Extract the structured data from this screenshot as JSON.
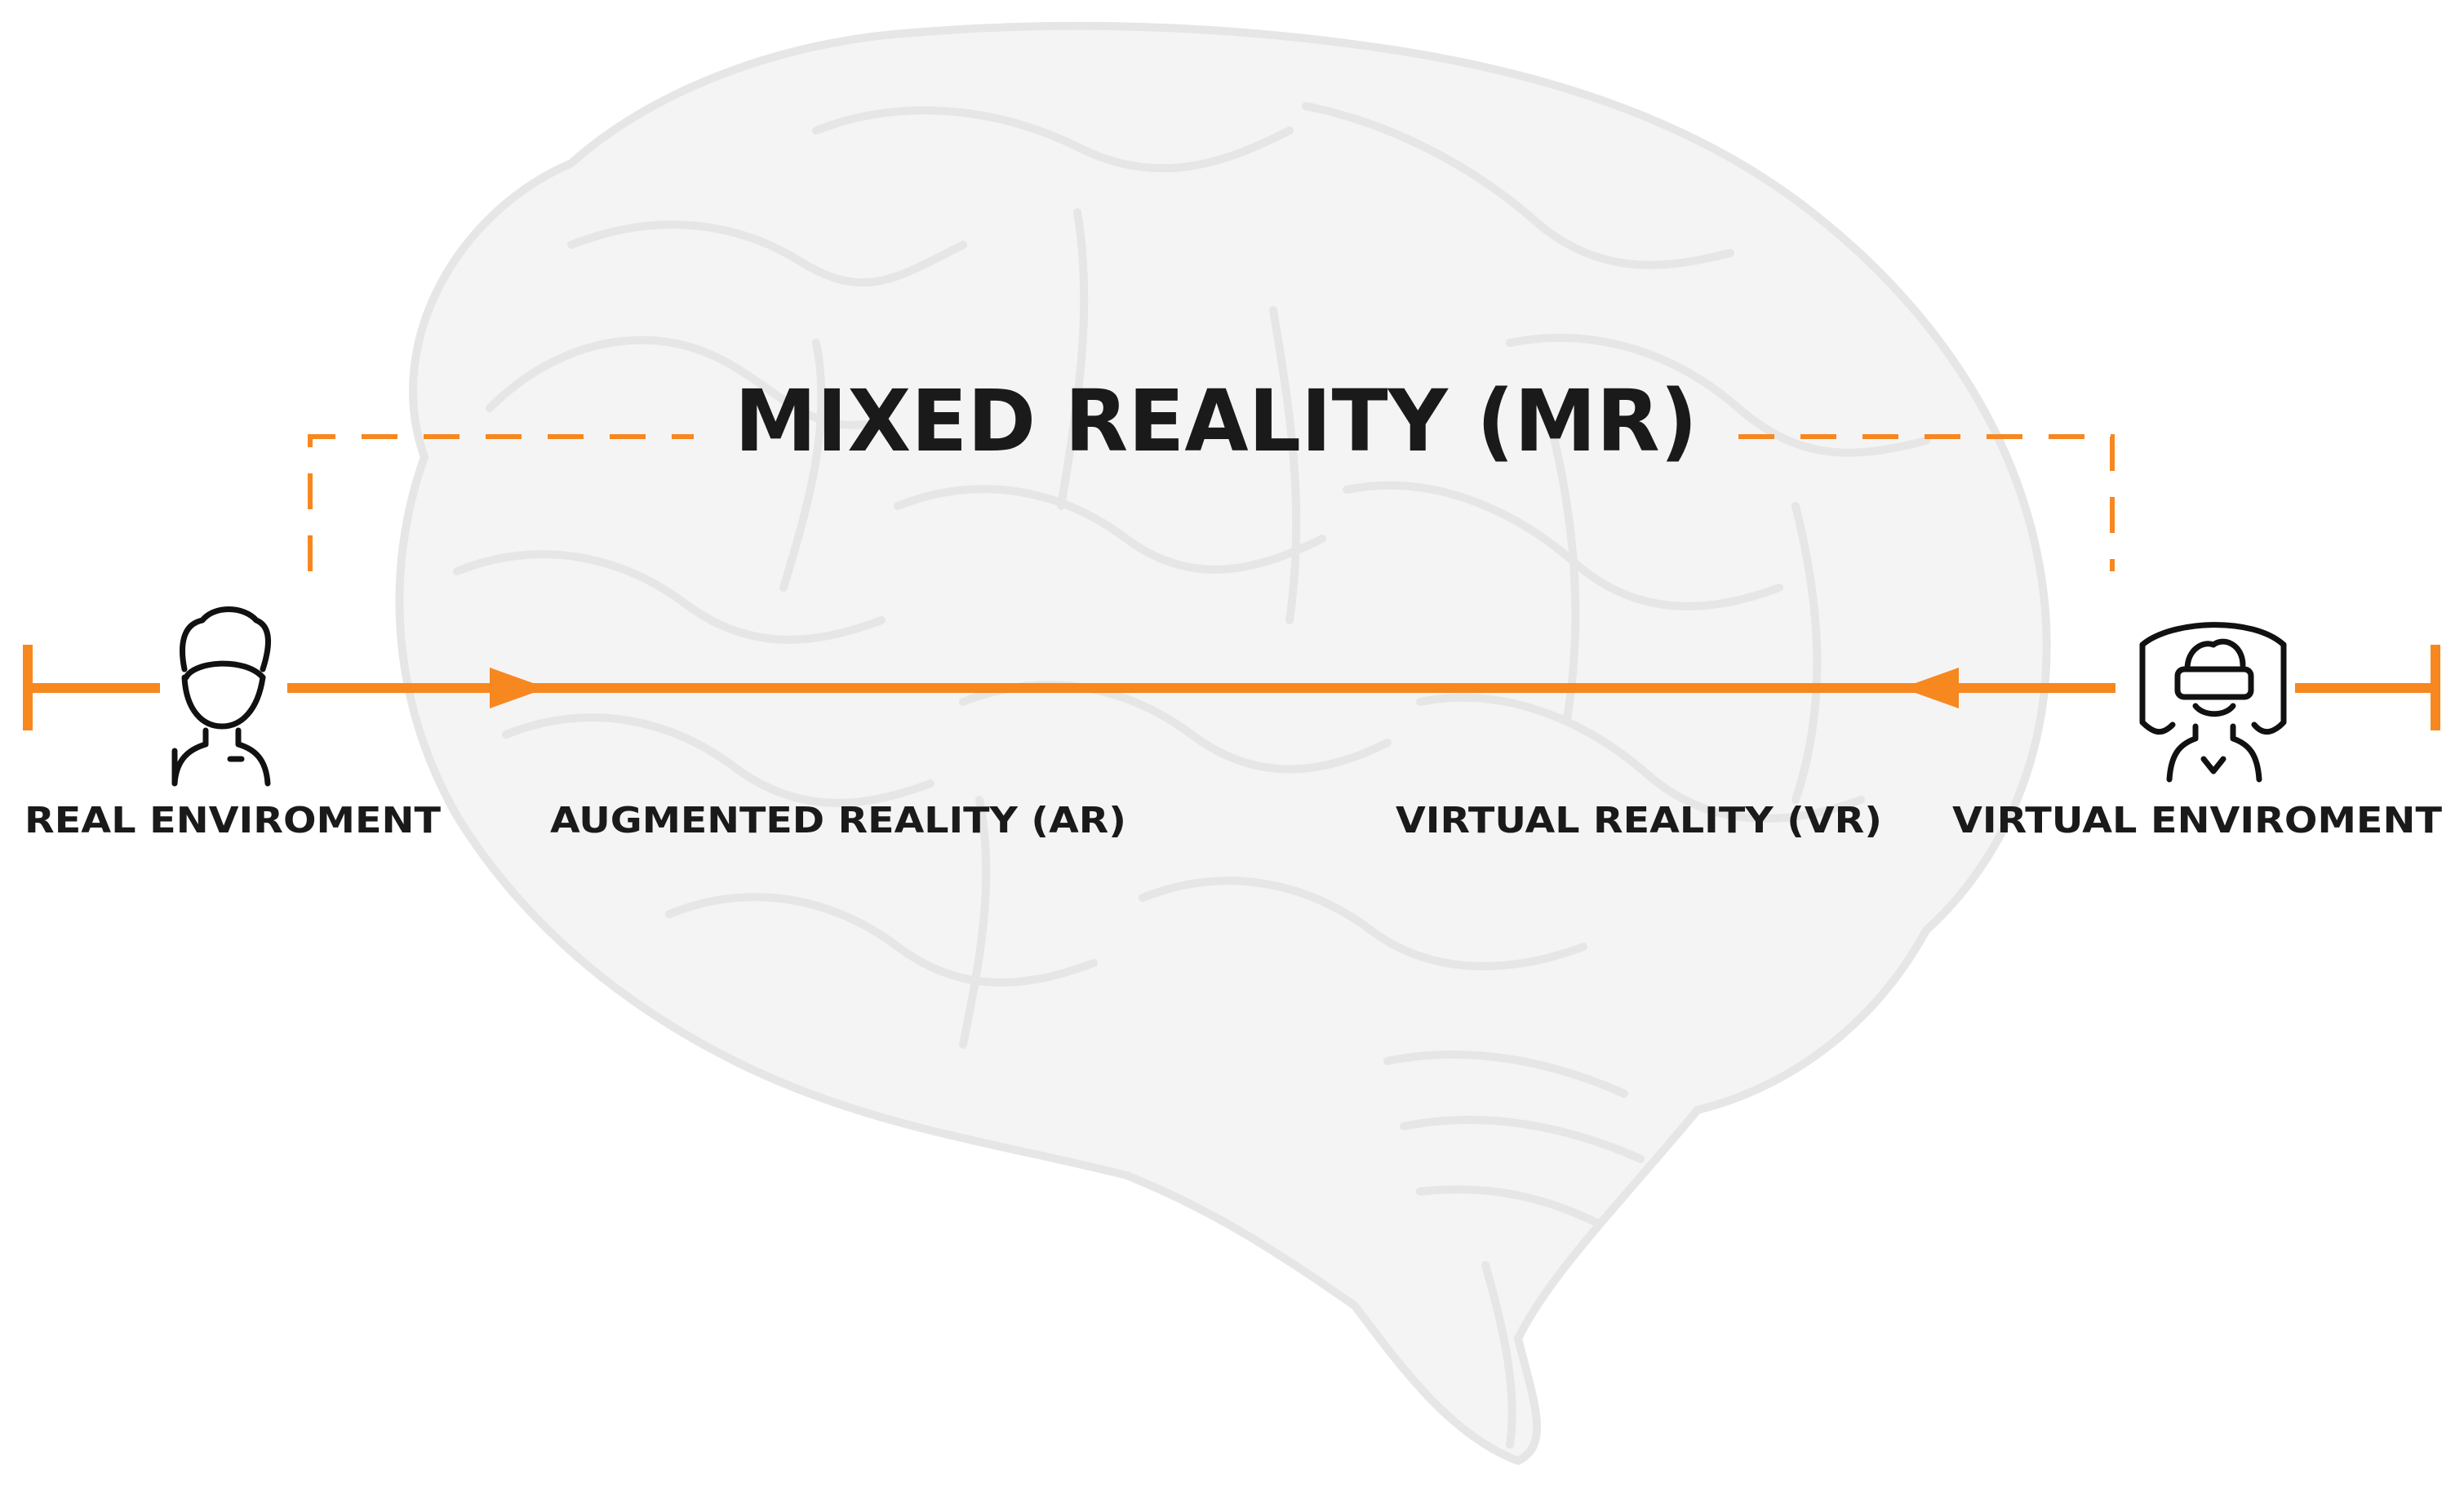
{
  "title": "MIXED REALITY (MR)",
  "labels": {
    "real_environment": "REAL ENVIROMENT",
    "augmented_reality": "AUGMENTED REALITY (AR)",
    "virtual_reality": "VIRTUAL REALITY (VR)",
    "virtual_environment": "VIRTUAL ENVIROMENT"
  },
  "icons": {
    "left": "person-icon",
    "right": "vr-headset-person-icon",
    "background": "brain-illustration"
  },
  "colors": {
    "accent": "#F7871F",
    "text": "#1a1a1a",
    "brain": "#e9e9e9",
    "icon": "#111111"
  }
}
